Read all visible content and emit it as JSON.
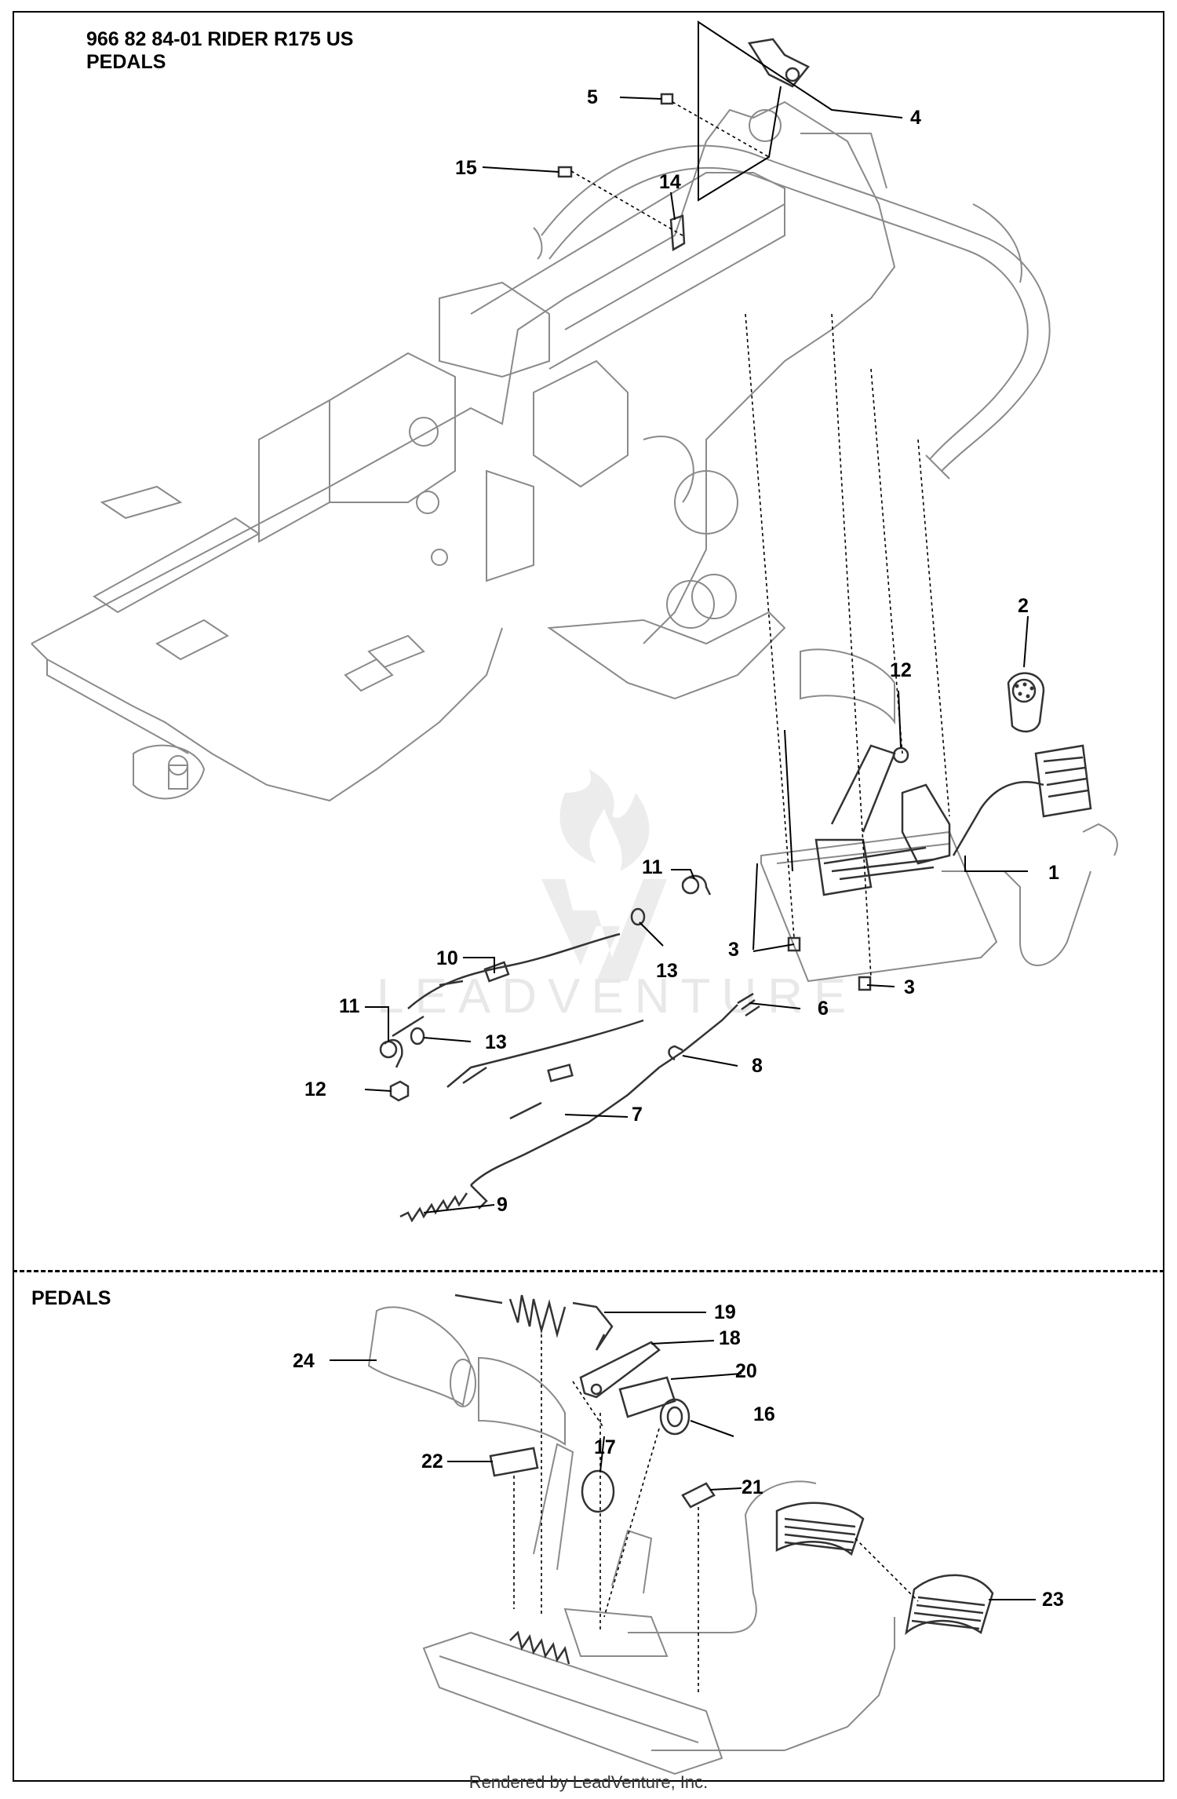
{
  "header": {
    "title_line1": "966 82 84-01 RIDER R175 US",
    "title_line2": "PEDALS"
  },
  "section2": {
    "label": "PEDALS"
  },
  "watermark": {
    "text": "LEADVENTURE"
  },
  "footer": {
    "text": "Rendered by LeadVenture, Inc."
  },
  "callouts": {
    "c1": "1",
    "c2": "2",
    "c3a": "3",
    "c3b": "3",
    "c4": "4",
    "c5": "5",
    "c6": "6",
    "c7": "7",
    "c8": "8",
    "c9": "9",
    "c10": "10",
    "c11a": "11",
    "c11b": "11",
    "c12a": "12",
    "c12b": "12",
    "c13a": "13",
    "c13b": "13",
    "c14": "14",
    "c15": "15",
    "c16": "16",
    "c17": "17",
    "c18": "18",
    "c19": "19",
    "c20": "20",
    "c21": "21",
    "c22": "22",
    "c23": "23",
    "c24": "24"
  }
}
